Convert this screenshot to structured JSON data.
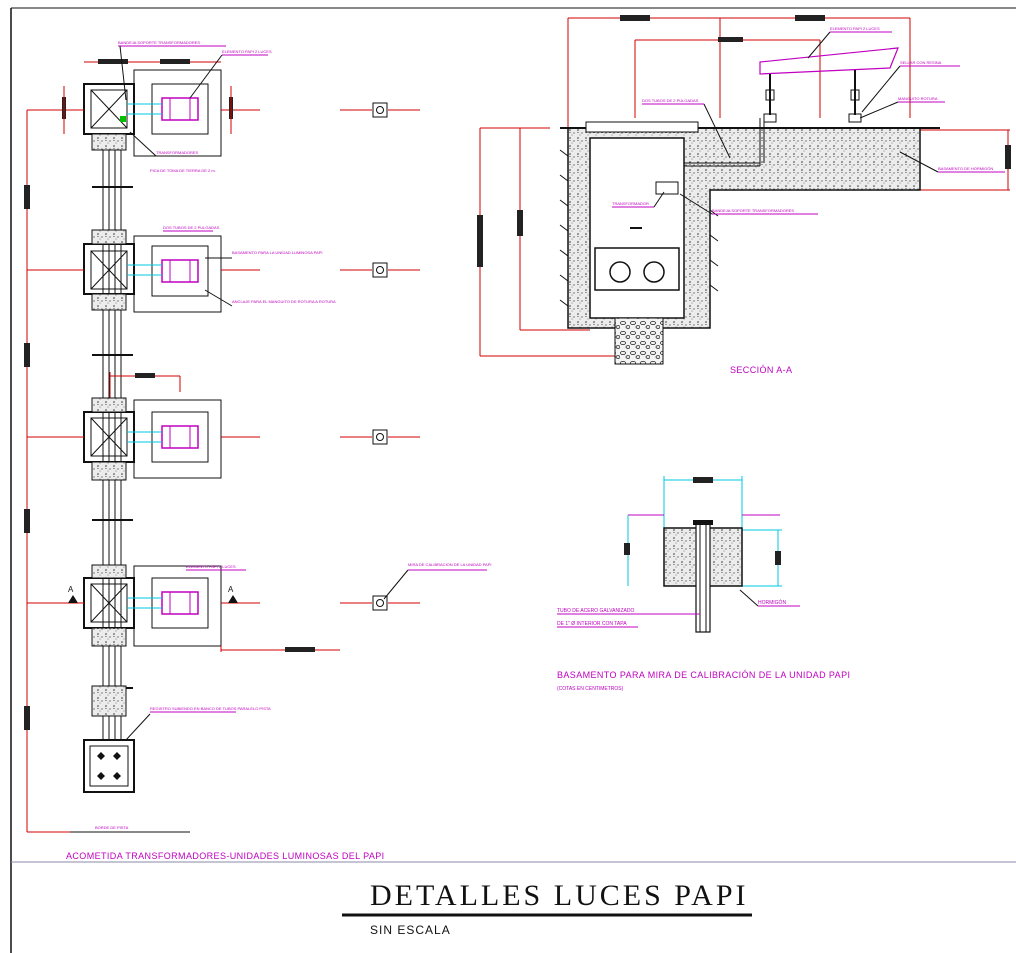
{
  "title_block": {
    "main_title": "DETALLES LUCES PAPI",
    "subtitle": "SIN ESCALA"
  },
  "plan_view": {
    "caption": "ACOMETIDA TRANSFORMADORES-UNIDADES LUMINOSAS DEL PAPI",
    "labels": {
      "tray": "BANDEJA SOPORTE TRANSFORMADORES",
      "papi_element": "ELEMENTO PAPI 2 LUCES",
      "transformer": "TRANSFORMADORES",
      "ground_pit": "PICA DE TOMA DE TIERRA DE 2 m.",
      "two_tubes": "DOS TUBOS DE 2 PULGADAS",
      "base": "BASAMENTO PARA LA UNIDAD LUMINOSA PAPI",
      "anchor": "ANCLAJE PARA EL MANGUITO DE ROTURA A ROTURA",
      "mira": "MIRA DE CALIBRACION DE LA UNIDAD PAPI",
      "registro": "REGISTRO SUBIENDO EN BANCO DE TUBOS PARALELO PISTA",
      "runway_edge": "BORDE DE PISTA",
      "section_mark": "A"
    }
  },
  "section_view": {
    "caption": "SECCIÓN A-A",
    "labels": {
      "papi_element": "ELEMENTO PAPI 2 LUCES",
      "resin_seal": "SELLAR CON RESINA",
      "rupture_sleeve": "MANGUITO ROTURA",
      "two_tubes": "DOS TUBOS DE 2 PULGADAS",
      "concrete_base": "BASAMENTO DE HORMIGÓN",
      "transformer": "TRANSFORMADOR",
      "tray": "BANDEJA SOPORTE TRANSFORMADORES"
    }
  },
  "calibration_detail": {
    "caption": "BASAMENTO PARA MIRA DE CALIBRACIÓN DE LA UNIDAD PAPI",
    "note": "(COTAS EN CENTIMETROS)",
    "labels": {
      "tube": "TUBO DE ACERO GALVANIZADO",
      "tube_line2": "DE 1\" Ø INTERIOR CON TAPA",
      "concrete": "HORMIGÓN"
    }
  },
  "colors": {
    "magenta": "#c000c0",
    "red": "#d00000",
    "cyan": "#00c8e0",
    "line": "#111111"
  }
}
